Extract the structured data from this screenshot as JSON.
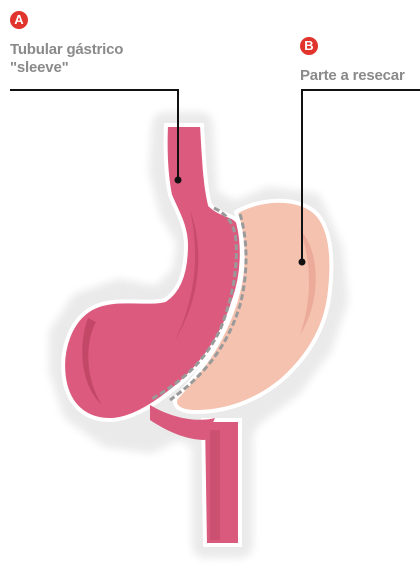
{
  "labels": {
    "a": {
      "letter": "A",
      "text_lines": [
        "Tubular gástrico",
        "\"sleeve\""
      ]
    },
    "b": {
      "letter": "B",
      "text": "Parte a resecar"
    }
  },
  "colors": {
    "badge": "#e0342c",
    "label_text": "#8a8a8a",
    "sleeve": "#dc5a7e",
    "sleeve_dark": "#b8405f",
    "resected_part": "#f5c2b0",
    "resected_shadow": "#e49a8c",
    "outline_halo": "#ececec",
    "staple_line": "#9a9a9a",
    "leader_line": "#111111"
  }
}
